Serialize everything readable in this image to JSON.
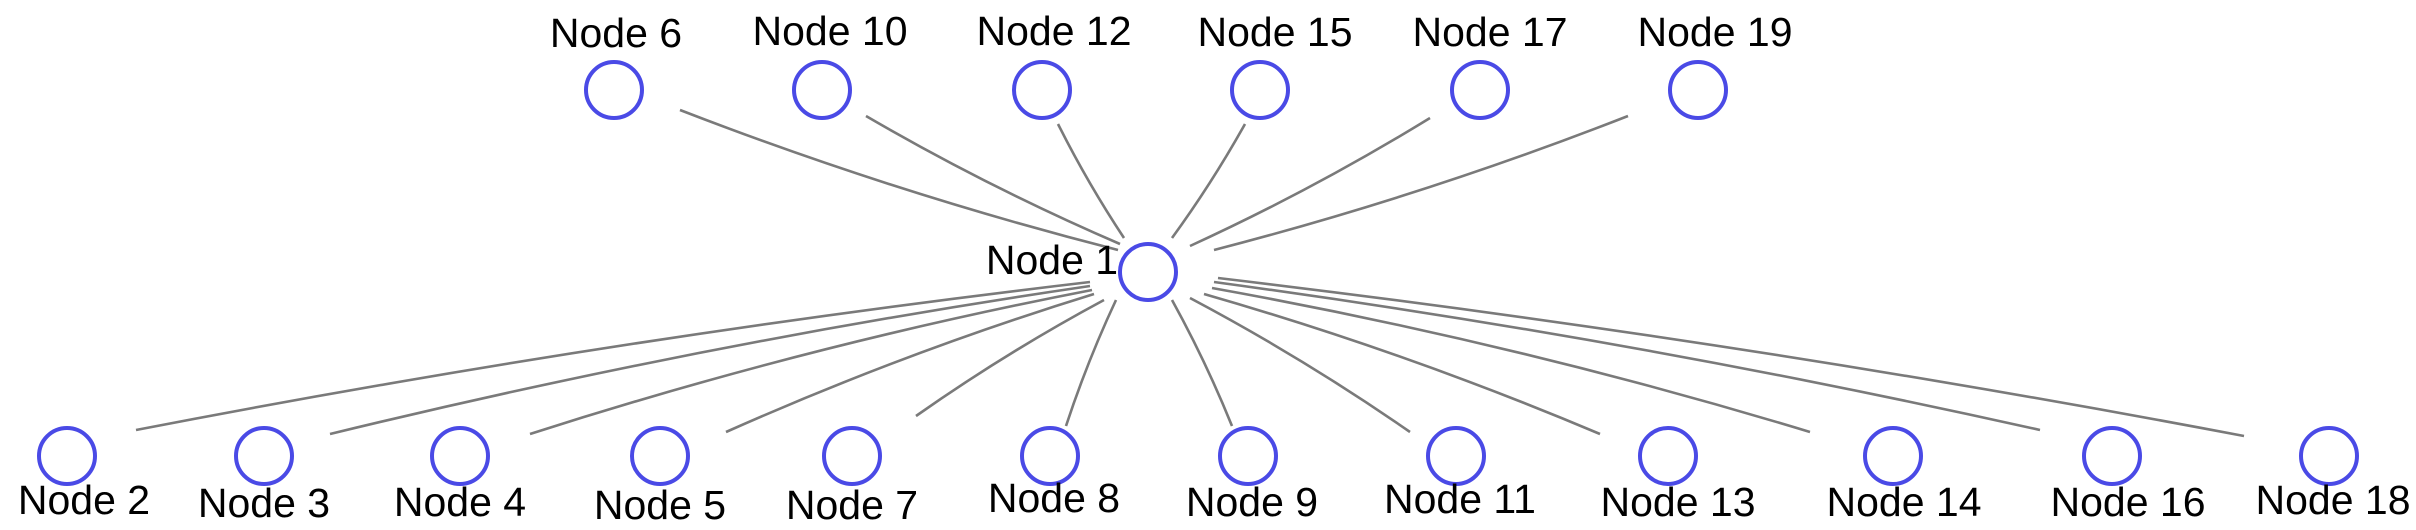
{
  "diagram": {
    "hub": "Node 1",
    "nodes": [
      {
        "id": "n1",
        "label": "Node 1"
      },
      {
        "id": "n2",
        "label": "Node 2"
      },
      {
        "id": "n3",
        "label": "Node 3"
      },
      {
        "id": "n4",
        "label": "Node 4"
      },
      {
        "id": "n5",
        "label": "Node 5"
      },
      {
        "id": "n6",
        "label": "Node 6"
      },
      {
        "id": "n7",
        "label": "Node 7"
      },
      {
        "id": "n8",
        "label": "Node 8"
      },
      {
        "id": "n9",
        "label": "Node 9"
      },
      {
        "id": "n10",
        "label": "Node 10"
      },
      {
        "id": "n11",
        "label": "Node 11"
      },
      {
        "id": "n12",
        "label": "Node 12"
      },
      {
        "id": "n13",
        "label": "Node 13"
      },
      {
        "id": "n14",
        "label": "Node 14"
      },
      {
        "id": "n15",
        "label": "Node 15"
      },
      {
        "id": "n16",
        "label": "Node 16"
      },
      {
        "id": "n17",
        "label": "Node 17"
      },
      {
        "id": "n18",
        "label": "Node 18"
      },
      {
        "id": "n19",
        "label": "Node 19"
      }
    ],
    "edges": [
      {
        "from": "n1",
        "to": "n2"
      },
      {
        "from": "n1",
        "to": "n3"
      },
      {
        "from": "n1",
        "to": "n4"
      },
      {
        "from": "n1",
        "to": "n5"
      },
      {
        "from": "n1",
        "to": "n6"
      },
      {
        "from": "n1",
        "to": "n7"
      },
      {
        "from": "n1",
        "to": "n8"
      },
      {
        "from": "n1",
        "to": "n9"
      },
      {
        "from": "n1",
        "to": "n10"
      },
      {
        "from": "n1",
        "to": "n11"
      },
      {
        "from": "n1",
        "to": "n12"
      },
      {
        "from": "n1",
        "to": "n13"
      },
      {
        "from": "n1",
        "to": "n14"
      },
      {
        "from": "n1",
        "to": "n15"
      },
      {
        "from": "n1",
        "to": "n16"
      },
      {
        "from": "n1",
        "to": "n17"
      },
      {
        "from": "n1",
        "to": "n18"
      },
      {
        "from": "n1",
        "to": "n19"
      }
    ],
    "colors": {
      "node_stroke": "#4a4ae6",
      "edge_stroke": "#7a7a7a",
      "label_text": "#000000",
      "background": "#ffffff"
    }
  }
}
